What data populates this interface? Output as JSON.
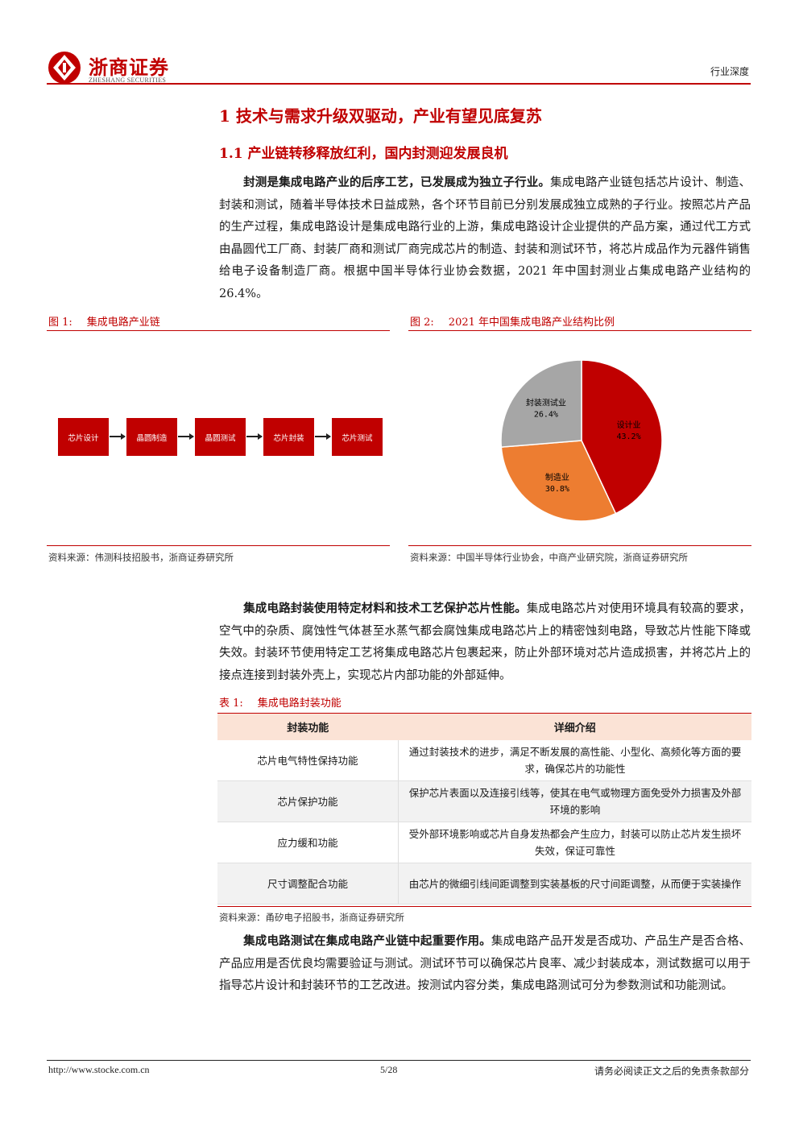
{
  "header": {
    "brand": "浙商证券",
    "brand_en": "ZHESHANG SECURITIES",
    "category": "行业深度",
    "colors": {
      "accent": "#c00000",
      "pie_design": "#c00000",
      "pie_manufacturing": "#ed7d31",
      "pie_packaging": "#a6a6a6",
      "table_header": "#fbe3d6"
    }
  },
  "section1": {
    "title": "1 技术与需求升级双驱动，产业有望见底复苏"
  },
  "section11": {
    "title": "1.1 产业链转移释放红利，国内封测迎发展良机"
  },
  "para1": {
    "lead": "封测是集成电路产业的后序工艺，已发展成为独立子行业。",
    "body": "集成电路产业链包括芯片设计、制造、封装和测试，随着半导体技术日益成熟，各个环节目前已分别发展成独立成熟的子行业。按照芯片产品的生产过程，集成电路设计是集成电路行业的上游，集成电路设计企业提供的产品方案，通过代工方式由晶圆代工厂商、封装厂商和测试厂商完成芯片的制造、封装和测试环节，将芯片成品作为元器件销售给电子设备制造厂商。根据中国半导体行业协会数据，2021 年中国封测业占集成电路产业结构的 26.4%。"
  },
  "fig1": {
    "caption_no": "图 1:",
    "caption": "集成电路产业链",
    "steps": [
      "芯片设计",
      "晶圆制造",
      "晶圆测试",
      "芯片封装",
      "芯片测试"
    ],
    "source": "资料来源：伟测科技招股书，浙商证券研究所"
  },
  "fig2": {
    "caption_no": "图 2:",
    "caption": "2021 年中国集成电路产业结构比例",
    "source": "资料来源：中国半导体行业协会，中商产业研究院，浙商证券研究所"
  },
  "chart_data": {
    "type": "pie",
    "title": "",
    "categories": [
      "设计业",
      "制造业",
      "封装测试业"
    ],
    "values": [
      43.2,
      30.8,
      26.4
    ],
    "labels": [
      "43.2%",
      "30.8%",
      "26.4%"
    ],
    "colors": [
      "#c00000",
      "#ed7d31",
      "#a6a6a6"
    ],
    "legend": "none"
  },
  "para2": {
    "lead": "集成电路封装使用特定材料和技术工艺保护芯片性能。",
    "body": "集成电路芯片对使用环境具有较高的要求，空气中的杂质、腐蚀性气体甚至水蒸气都会腐蚀集成电路芯片上的精密蚀刻电路，导致芯片性能下降或失效。封装环节使用特定工艺将集成电路芯片包裹起来，防止外部环境对芯片造成损害，并将芯片上的接点连接到封装外壳上，实现芯片内部功能的外部延伸。"
  },
  "table1": {
    "caption_no": "表 1:",
    "caption": "集成电路封装功能",
    "headers": [
      "封装功能",
      "详细介绍"
    ],
    "rows": [
      {
        "name": "芯片电气特性保持功能",
        "desc": "通过封装技术的进步，满足不断发展的高性能、小型化、高频化等方面的要求，确保芯片的功能性"
      },
      {
        "name": "芯片保护功能",
        "desc": "保护芯片表面以及连接引线等，使其在电气或物理方面免受外力损害及外部环境的影响"
      },
      {
        "name": "应力缓和功能",
        "desc": "受外部环境影响或芯片自身发热都会产生应力，封装可以防止芯片发生损坏失效，保证可靠性"
      },
      {
        "name": "尺寸调整配合功能",
        "desc": "由芯片的微细引线间距调整到实装基板的尺寸间距调整，从而便于实装操作"
      }
    ],
    "source": "资料来源：甬矽电子招股书，浙商证券研究所"
  },
  "para3": {
    "lead": "集成电路测试在集成电路产业链中起重要作用。",
    "body": "集成电路产品开发是否成功、产品生产是否合格、产品应用是否优良均需要验证与测试。测试环节可以确保芯片良率、减少封装成本，测试数据可以用于指导芯片设计和封装环节的工艺改进。按测试内容分类，集成电路测试可分为参数测试和功能测试。"
  },
  "footer": {
    "url": "http://www.stocke.com.cn",
    "page": "5/28",
    "disclaimer": "请务必阅读正文之后的免责条款部分"
  }
}
